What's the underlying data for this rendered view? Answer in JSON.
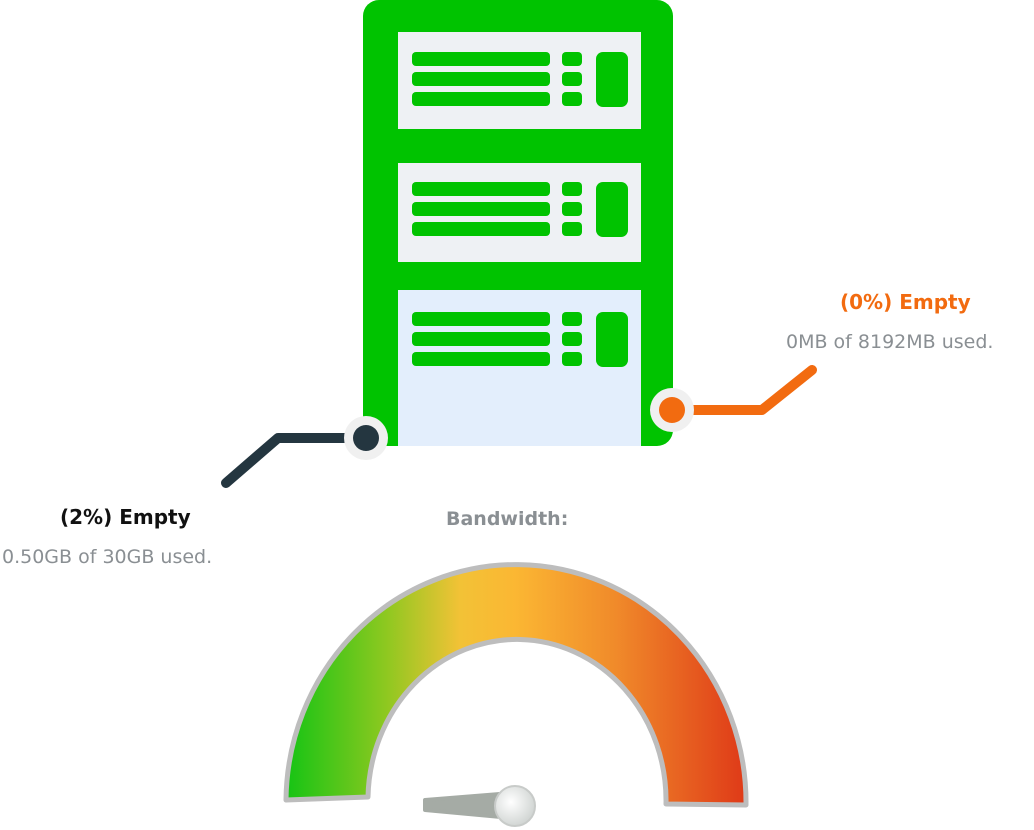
{
  "disk": {
    "title": "(2%) Empty",
    "detail": "0.50GB of 30GB used.",
    "percent_used": 2,
    "color": "#243640"
  },
  "memory": {
    "title": "(0%) Empty",
    "detail": "0MB of 8192MB used.",
    "percent_used": 0,
    "color": "#f26b10"
  },
  "bandwidth": {
    "label": "Bandwidth:",
    "percent_used": 0
  },
  "colors": {
    "server": "#00c300",
    "bay": "#eef1f4",
    "bay_active": "#e3eefc"
  }
}
